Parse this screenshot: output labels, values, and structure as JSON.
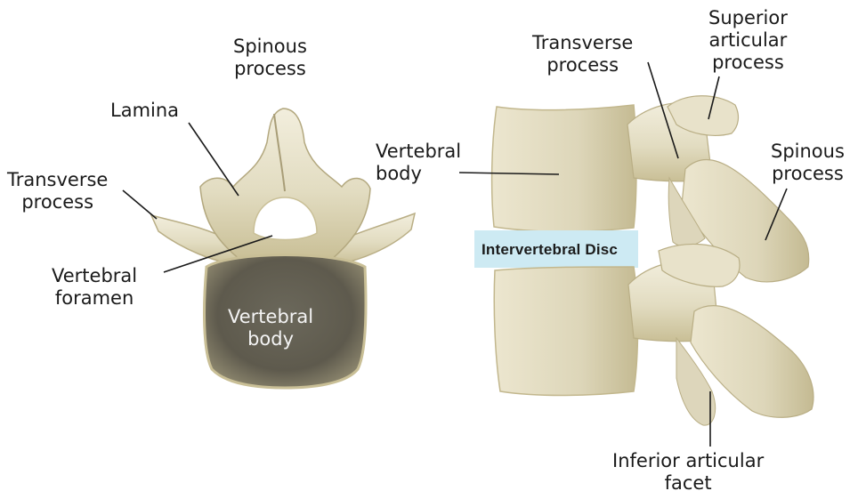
{
  "top_view": {
    "spinous_process": [
      "Spinous",
      "process"
    ],
    "lamina": "Lamina",
    "transverse_process": [
      "Transverse",
      "process"
    ],
    "vertebral_foramen": [
      "Vertebral",
      "foramen"
    ],
    "vertebral_body": [
      "Vertebral",
      "body"
    ]
  },
  "side_view": {
    "transverse_process": [
      "Transverse",
      "process"
    ],
    "superior_articular_process": [
      "Superior",
      "articular",
      "process"
    ],
    "vertebral_body": [
      "Vertebral",
      "body"
    ],
    "spinous_process": [
      "Spinous",
      "process"
    ],
    "intervertebral_disc": "Intervertebral Disc",
    "inferior_articular_facet": [
      "Inferior articular",
      "facet"
    ]
  },
  "colors": {
    "bone": "#e3dcc2",
    "bone_shadow": "#b8ad88",
    "bone_highlight": "#f3eedc",
    "body_dark": "#6e6a5c",
    "disc": "#cdeaf3",
    "leader_line": "#1a1a1a"
  }
}
